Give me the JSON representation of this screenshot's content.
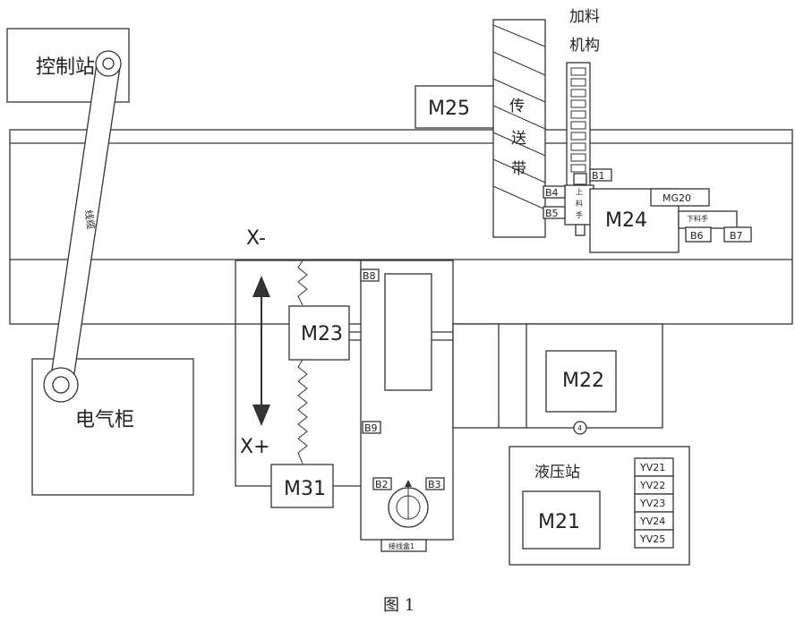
{
  "labels": {
    "control_station": "控制站",
    "electrical_cabinet": "电气柜",
    "cable": "线缆",
    "feeder_line1": "加料",
    "feeder_line2": "机构",
    "conveyor_1": "传",
    "conveyor_2": "送",
    "conveyor_3": "带",
    "loader_1": "上",
    "loader_2": "料",
    "loader_3": "手",
    "unloader": "下料手",
    "hydraulic_station": "液压站",
    "junction_box": "接线盒1",
    "x_minus": "X-",
    "x_plus": "X+",
    "circle_4": "4",
    "caption": "图 1"
  },
  "motors": {
    "m25": "M25",
    "m24": "M24",
    "m23": "M23",
    "m22": "M22",
    "m21": "M21",
    "m31": "M31",
    "mg20": "MG20"
  },
  "sensors": {
    "b1": "B1",
    "b2": "B2",
    "b3": "B3",
    "b4": "B4",
    "b5": "B5",
    "b6": "B6",
    "b7": "B7",
    "b8": "B8",
    "b9": "B9"
  },
  "valves": [
    "YV21",
    "YV22",
    "YV23",
    "YV24",
    "YV25"
  ]
}
